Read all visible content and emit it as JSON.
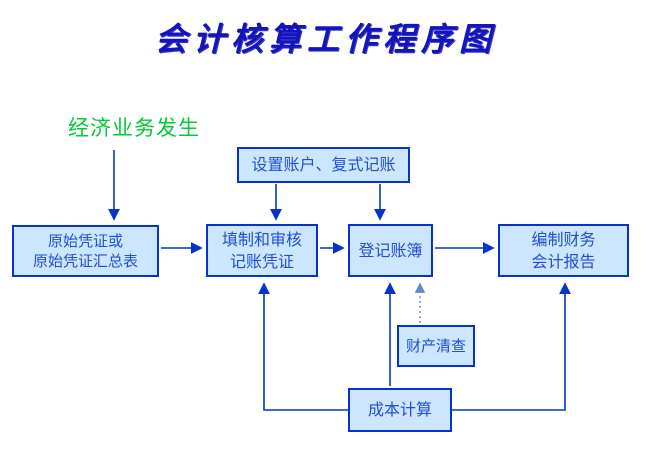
{
  "title": "会计核算工作程序图",
  "start_label": "经济业务发生",
  "colors": {
    "title_blue": "#1414bb",
    "start_label_green": "#00cc33",
    "box_border_blue": "#0533cb",
    "box_fill_lightblue": "#cce6ff",
    "box_text_blue": "#2050d0",
    "arrow_blue": "#0533cb",
    "dotted_arrow_blue": "#6688cc"
  },
  "nodes": {
    "original_voucher": {
      "line1": "原始凭证或",
      "line2": "原始凭证汇总表"
    },
    "setup_account": {
      "line1": "设置账户、复式记账"
    },
    "fill_voucher": {
      "line1": "填制和审核",
      "line2": "记账凭证"
    },
    "register_books": {
      "line1": "登记账簿"
    },
    "financial_report": {
      "line1": "编制财务",
      "line2": "会计报告"
    },
    "property_check": {
      "line1": "财产清查"
    },
    "cost_calc": {
      "line1": "成本计算"
    }
  }
}
